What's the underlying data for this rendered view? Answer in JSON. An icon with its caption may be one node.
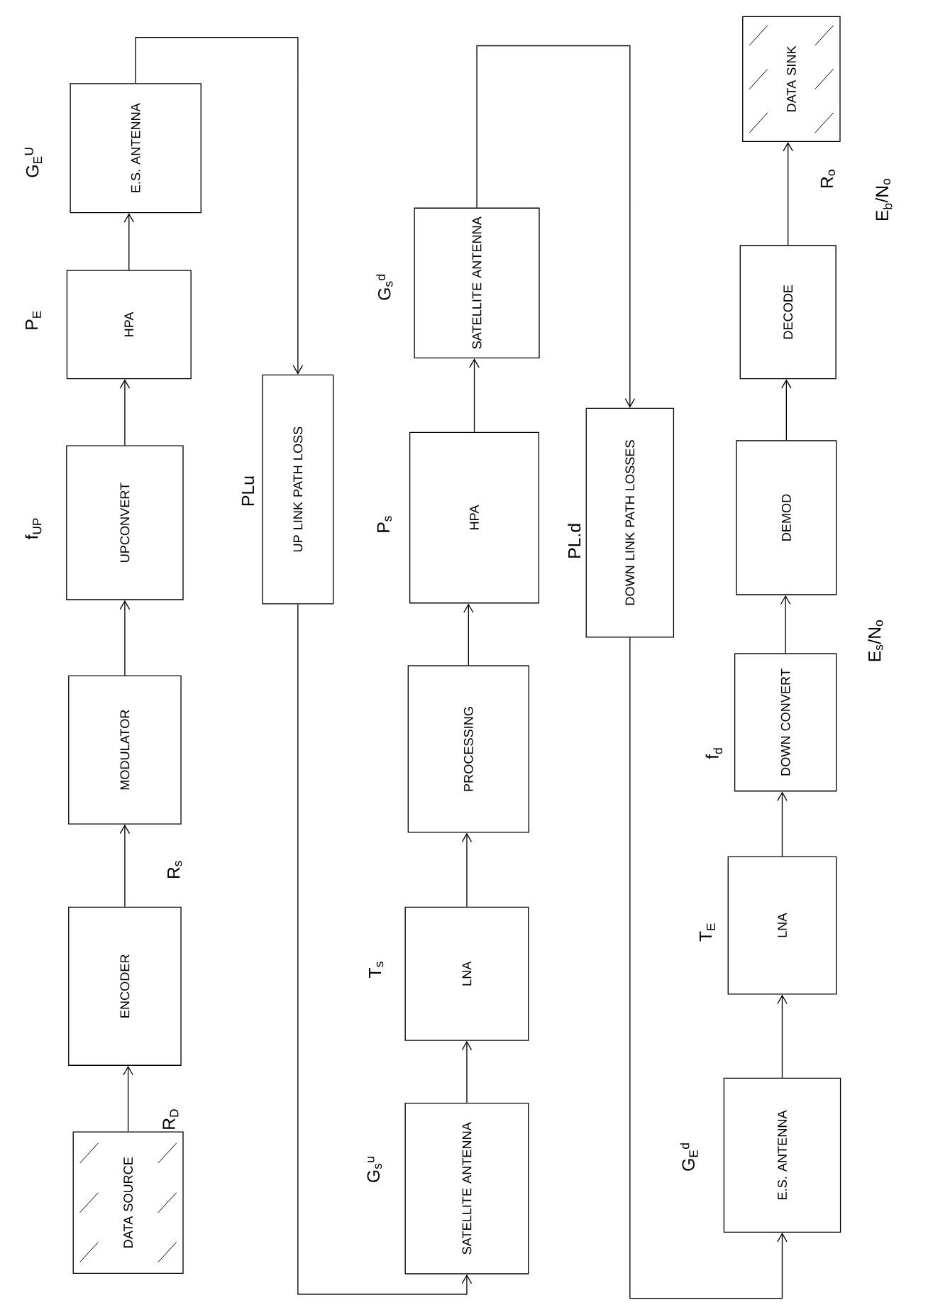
{
  "diagram": {
    "nodes": [
      {
        "text": [
          "DATA SOURCE"
        ]
      },
      {
        "text": [
          "ENCODER"
        ]
      },
      {
        "text": [
          "MODULATOR"
        ]
      },
      {
        "text": [
          "UPCONVERT"
        ],
        "beside": [
          "f$_{UP}$"
        ]
      },
      {
        "text": [
          "HPA"
        ],
        "beside": [
          "P$_{E}$"
        ]
      },
      {
        "text": [
          "E.S. ANTENNA"
        ],
        "beside": [
          "G$_{E}$$^{U}$"
        ]
      },
      {
        "text": [
          "UP LINK PATH LOSS"
        ],
        "beside": [
          "PLu"
        ]
      },
      {
        "text": [
          "SATELLITE ANTENNA"
        ],
        "beside": [
          "G$_{s}$$^{u}$"
        ]
      },
      {
        "text": [
          "LNA"
        ],
        "beside": [
          "T$_{s}$"
        ]
      },
      {
        "text": [
          "PROCESSING"
        ]
      },
      {
        "text": [
          "HPA"
        ],
        "beside": [
          "P$_{s}$"
        ]
      },
      {
        "text": [
          "SATELLITE ANTENNA"
        ],
        "beside": [
          "G$_{s}$$^{d}$"
        ]
      },
      {
        "text": [
          "DOWN LINK PATH LOSSES"
        ],
        "beside": [
          "PL.d"
        ]
      },
      {
        "text": [
          "E.S. ANTENNA"
        ],
        "beside": [
          "G$_{E}$$^{d}$"
        ]
      },
      {
        "text": [
          "LNA"
        ],
        "beside": [
          "T$_{E}$"
        ]
      },
      {
        "text": [
          "DOWN CONVERT"
        ],
        "beside": [
          "f$_{d}$"
        ]
      },
      {
        "text": [
          "DEMOD"
        ]
      },
      {
        "text": [
          "DECODE"
        ]
      },
      {
        "text": [
          "DATA SINK"
        ]
      }
    ],
    "edges": [
      {
        "from": 0,
        "to": 1,
        "arrow": "to"
      },
      {
        "from": 1,
        "to": 2,
        "arrow": "to"
      },
      {
        "from": 2,
        "to": 3,
        "arrow": "to"
      },
      {
        "from": 3,
        "to": 4,
        "arrow": "to"
      },
      {
        "from": 4,
        "to": 5,
        "arrow": "to"
      },
      {
        "from": 5,
        "to": 6,
        "arrow": "to"
      },
      {
        "from": 6,
        "to": 7,
        "arrow": "to"
      },
      {
        "from": 7,
        "to": 8,
        "arrow": "to"
      },
      {
        "from": 8,
        "to": 9,
        "arrow": "to"
      },
      {
        "from": 9,
        "to": 10,
        "arrow": "to"
      },
      {
        "from": 10,
        "to": 11,
        "arrow": "to"
      },
      {
        "from": 11,
        "to": 12,
        "arrow": "to"
      },
      {
        "from": 12,
        "to": 13,
        "arrow": "to"
      },
      {
        "from": 13,
        "to": 14,
        "arrow": "to"
      },
      {
        "from": 14,
        "to": 15,
        "arrow": "to"
      },
      {
        "from": 15,
        "to": 16,
        "arrow": "to"
      },
      {
        "from": 16,
        "to": 17,
        "arrow": "to"
      },
      {
        "from": 17,
        "to": 18,
        "arrow": "to"
      }
    ],
    "labels": [
      "R$_{s}$",
      "R$_{D}$",
      "E$_{s}$/N$_{o}$",
      "R$_{o}$",
      "E$_{b}$/N$_{o}$"
    ]
  }
}
